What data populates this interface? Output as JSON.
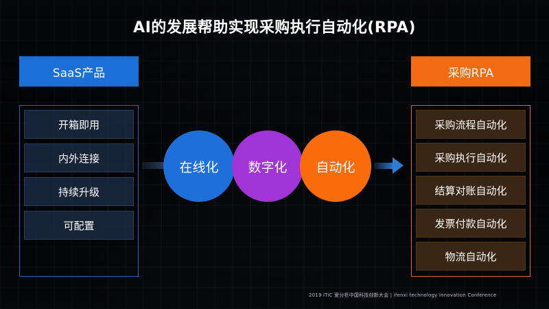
{
  "title": "AI的发展帮助实现采购执行自动化(RPA)",
  "left": {
    "header": "SaaS产品",
    "items": [
      "开箱即用",
      "内外连接",
      "持续升级",
      "可配置"
    ]
  },
  "circles": [
    "在线化",
    "数字化",
    "自动化"
  ],
  "right": {
    "header": "采购RPA",
    "items": [
      "采购流程自动化",
      "采购执行自动化",
      "结算对账自动化",
      "发票付款自动化",
      "物流自动化"
    ]
  },
  "footer": "2019 iTiC  爱分析中国科技创新大会 | ifenxi technology Innovation Conference",
  "colors": {
    "blue": "#1d6fd8",
    "purple": "#a134d6",
    "orange": "#fa6b0c",
    "right_item_bg": "#3a2615"
  }
}
